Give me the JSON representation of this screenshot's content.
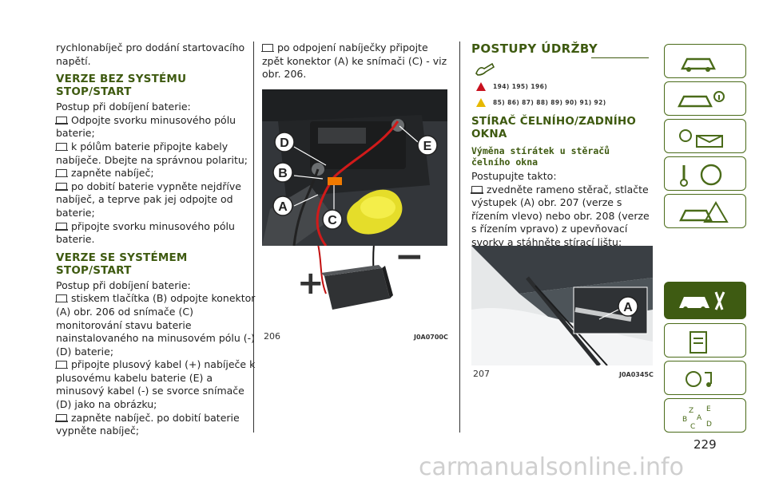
{
  "page_number": "229",
  "col1": {
    "intro": "rychlonabíječ pro dodání startovacího napětí.",
    "heading1": "VERZE BEZ SYSTÉMU STOP/START",
    "lead1": "Postup při dobíjení baterie:",
    "bullets1": [
      "Odpojte svorku minusového pólu baterie;",
      "k pólům baterie připojte kabely nabíječe. Dbejte na správnou polaritu;",
      "zapněte nabíječ;",
      "po dobití baterie vypněte nejdříve nabíječ, a teprve pak jej odpojte od baterie;",
      "připojte svorku minusového pólu baterie."
    ],
    "heading2": "VERZE SE SYSTÉMEM STOP/START",
    "lead2": "Postup při dobíjení baterie:",
    "bullets2": [
      "stiskem tlačítka (B) odpojte konektor (A) obr. 206 od snímače (C) monitorování stavu baterie nainstalovaného na minusovém pólu (-) (D) baterie;",
      "připojte plusový kabel (+) nabíječe k plusovému kabelu baterie (E) a minusový kabel (-) se svorce snímače (D) jako na obrázku;",
      "zapněte nabíječ. po dobití baterie vypněte nabíječ;"
    ]
  },
  "col2": {
    "bullet": "po odpojení nabíječky připojte zpět konektor (A) ke snímači (C) - viz obr. 206.",
    "figure": {
      "number": "206",
      "code": "J0A0700C",
      "labels": [
        "D",
        "B",
        "A",
        "C",
        "E"
      ],
      "plus": "+",
      "minus": "−"
    }
  },
  "col3": {
    "section_title": "POSTUPY ÚDRŽBY",
    "refs_red": "194) 195) 196)",
    "refs_yellow": "85) 86) 87) 88) 89) 90) 91) 92)",
    "heading": "STÍRAČ ČELNÍHO/ZADNÍHO OKNA",
    "subheading": "Výměna stírátek u stěračů čelního okna",
    "lead": "Postupujte takto:",
    "bullet": "zvedněte rameno stěrač, stlačte výstupek (A) obr. 207 (verze s řízením vlevo) nebo obr. 208 (verze s řízením vpravo) z upevňovací svorky a stáhněte stírací lištu;",
    "figure": {
      "number": "207",
      "code": "J0A0345C",
      "label": "A"
    }
  },
  "sidebar": {
    "items": [
      {
        "icon": "car-dashboard-icon"
      },
      {
        "icon": "car-info-icon"
      },
      {
        "icon": "light-message-icon"
      },
      {
        "icon": "safety-steering-icon"
      },
      {
        "icon": "warning-triangle-car-icon"
      },
      {
        "icon": "car-service-icon",
        "active": true
      },
      {
        "icon": "technical-data-icon"
      },
      {
        "icon": "multimedia-icon"
      },
      {
        "icon": "alphabetical-index-icon"
      }
    ],
    "index_letters": [
      "Z",
      "E",
      "B",
      "A",
      "C",
      "D"
    ]
  },
  "watermark": "carmanualsonline.info",
  "colors": {
    "heading": "#3e5a10",
    "sidebar": "#3e5b12",
    "warn_red": "#c8101e",
    "warn_yellow": "#e6b800"
  }
}
